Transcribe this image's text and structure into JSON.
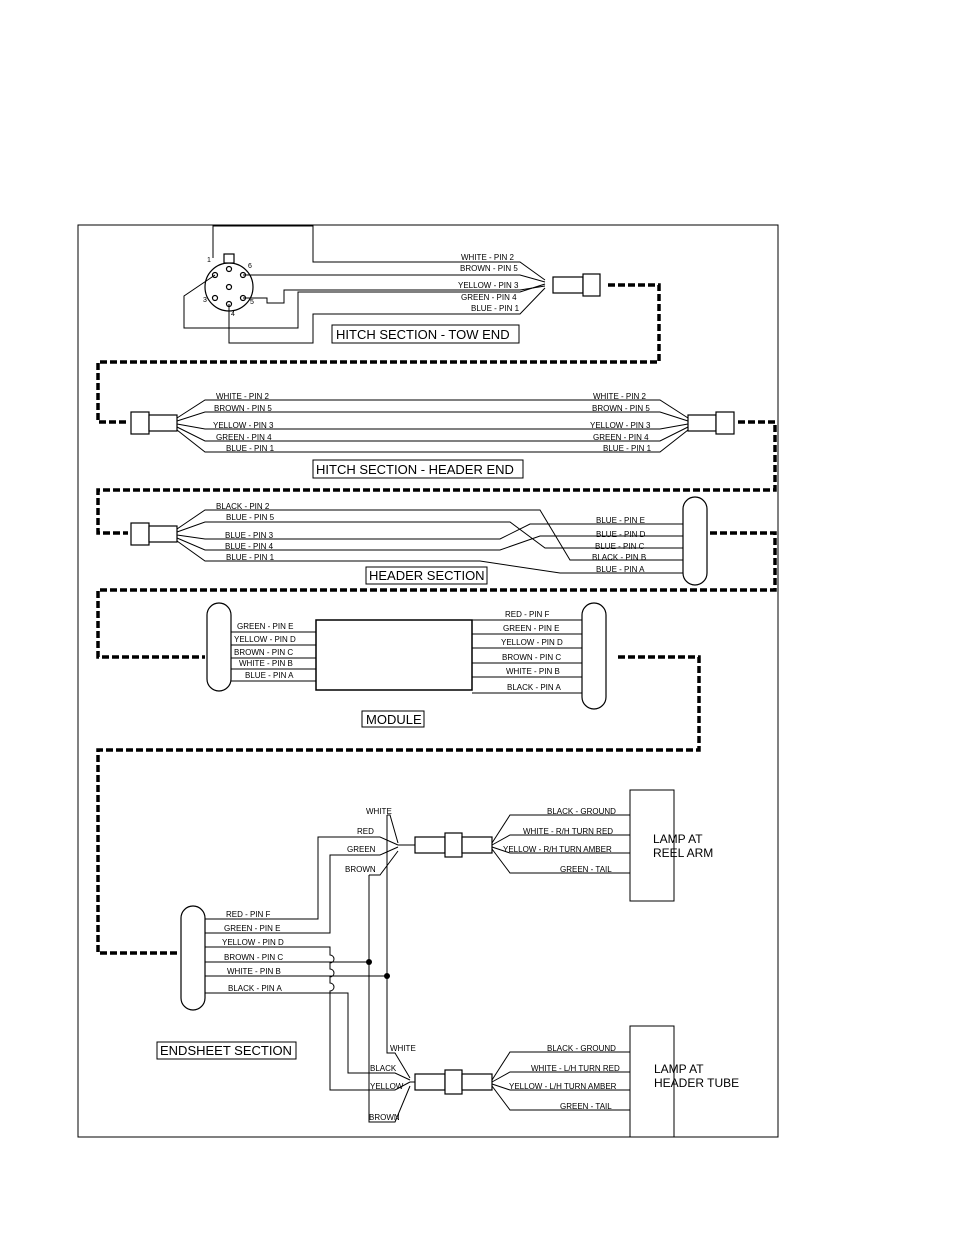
{
  "sections": {
    "hitch_tow_end": "HITCH SECTION - TOW END",
    "hitch_header_end": "HITCH SECTION - HEADER END",
    "header_section": "HEADER SECTION",
    "module": "MODULE",
    "endsheet_section": "ENDSHEET SECTION"
  },
  "socket_pins": [
    "1",
    "6",
    "3",
    "5",
    "4"
  ],
  "tow_end_wires": [
    "WHITE - PIN 2",
    "BROWN - PIN 5",
    "YELLOW - PIN 3",
    "GREEN - PIN 4",
    "BLUE - PIN 1"
  ],
  "header_end_left": [
    "WHITE - PIN 2",
    "BROWN - PIN 5",
    "YELLOW - PIN 3",
    "GREEN - PIN 4",
    "BLUE - PIN 1"
  ],
  "header_end_right": [
    "WHITE - PIN 2",
    "BROWN - PIN 5",
    "YELLOW - PIN 3",
    "GREEN - PIN 4",
    "BLUE - PIN 1"
  ],
  "header_left": [
    "BLACK - PIN 2",
    "BLUE - PIN 5",
    "BLUE - PIN 3",
    "BLUE - PIN 4",
    "BLUE - PIN 1"
  ],
  "header_right": [
    "BLUE - PIN E",
    "BLUE - PIN D",
    "BLUE - PIN C",
    "BLACK - PIN B",
    "BLUE - PIN A"
  ],
  "module_left": [
    "GREEN - PIN E",
    "YELLOW - PIN D",
    "BROWN - PIN C",
    "WHITE - PIN B",
    "BLUE - PIN A"
  ],
  "module_right": [
    "RED - PIN F",
    "GREEN - PIN E",
    "YELLOW - PIN D",
    "BROWN - PIN C",
    "WHITE - PIN B",
    "BLACK - PIN A"
  ],
  "endsheet_pins": [
    "RED - PIN F",
    "GREEN - PIN E",
    "YELLOW - PIN D",
    "BROWN - PIN C",
    "WHITE - PIN B",
    "BLACK - PIN A"
  ],
  "reel_arm_in": [
    "WHITE",
    "RED",
    "GREEN",
    "BROWN"
  ],
  "reel_arm_out": [
    "BLACK - GROUND",
    "WHITE - R/H TURN RED",
    "YELLOW - R/H TURN AMBER",
    "GREEN - TAIL"
  ],
  "reel_arm_lamp": [
    "LAMP AT",
    "REEL ARM"
  ],
  "header_tube_in": [
    "WHITE",
    "BLACK",
    "YELLOW",
    "BROWN"
  ],
  "header_tube_out": [
    "BLACK - GROUND",
    "WHITE - L/H TURN RED",
    "YELLOW - L/H TURN AMBER",
    "GREEN - TAIL"
  ],
  "header_tube_lamp": [
    "LAMP AT",
    "HEADER TUBE"
  ]
}
